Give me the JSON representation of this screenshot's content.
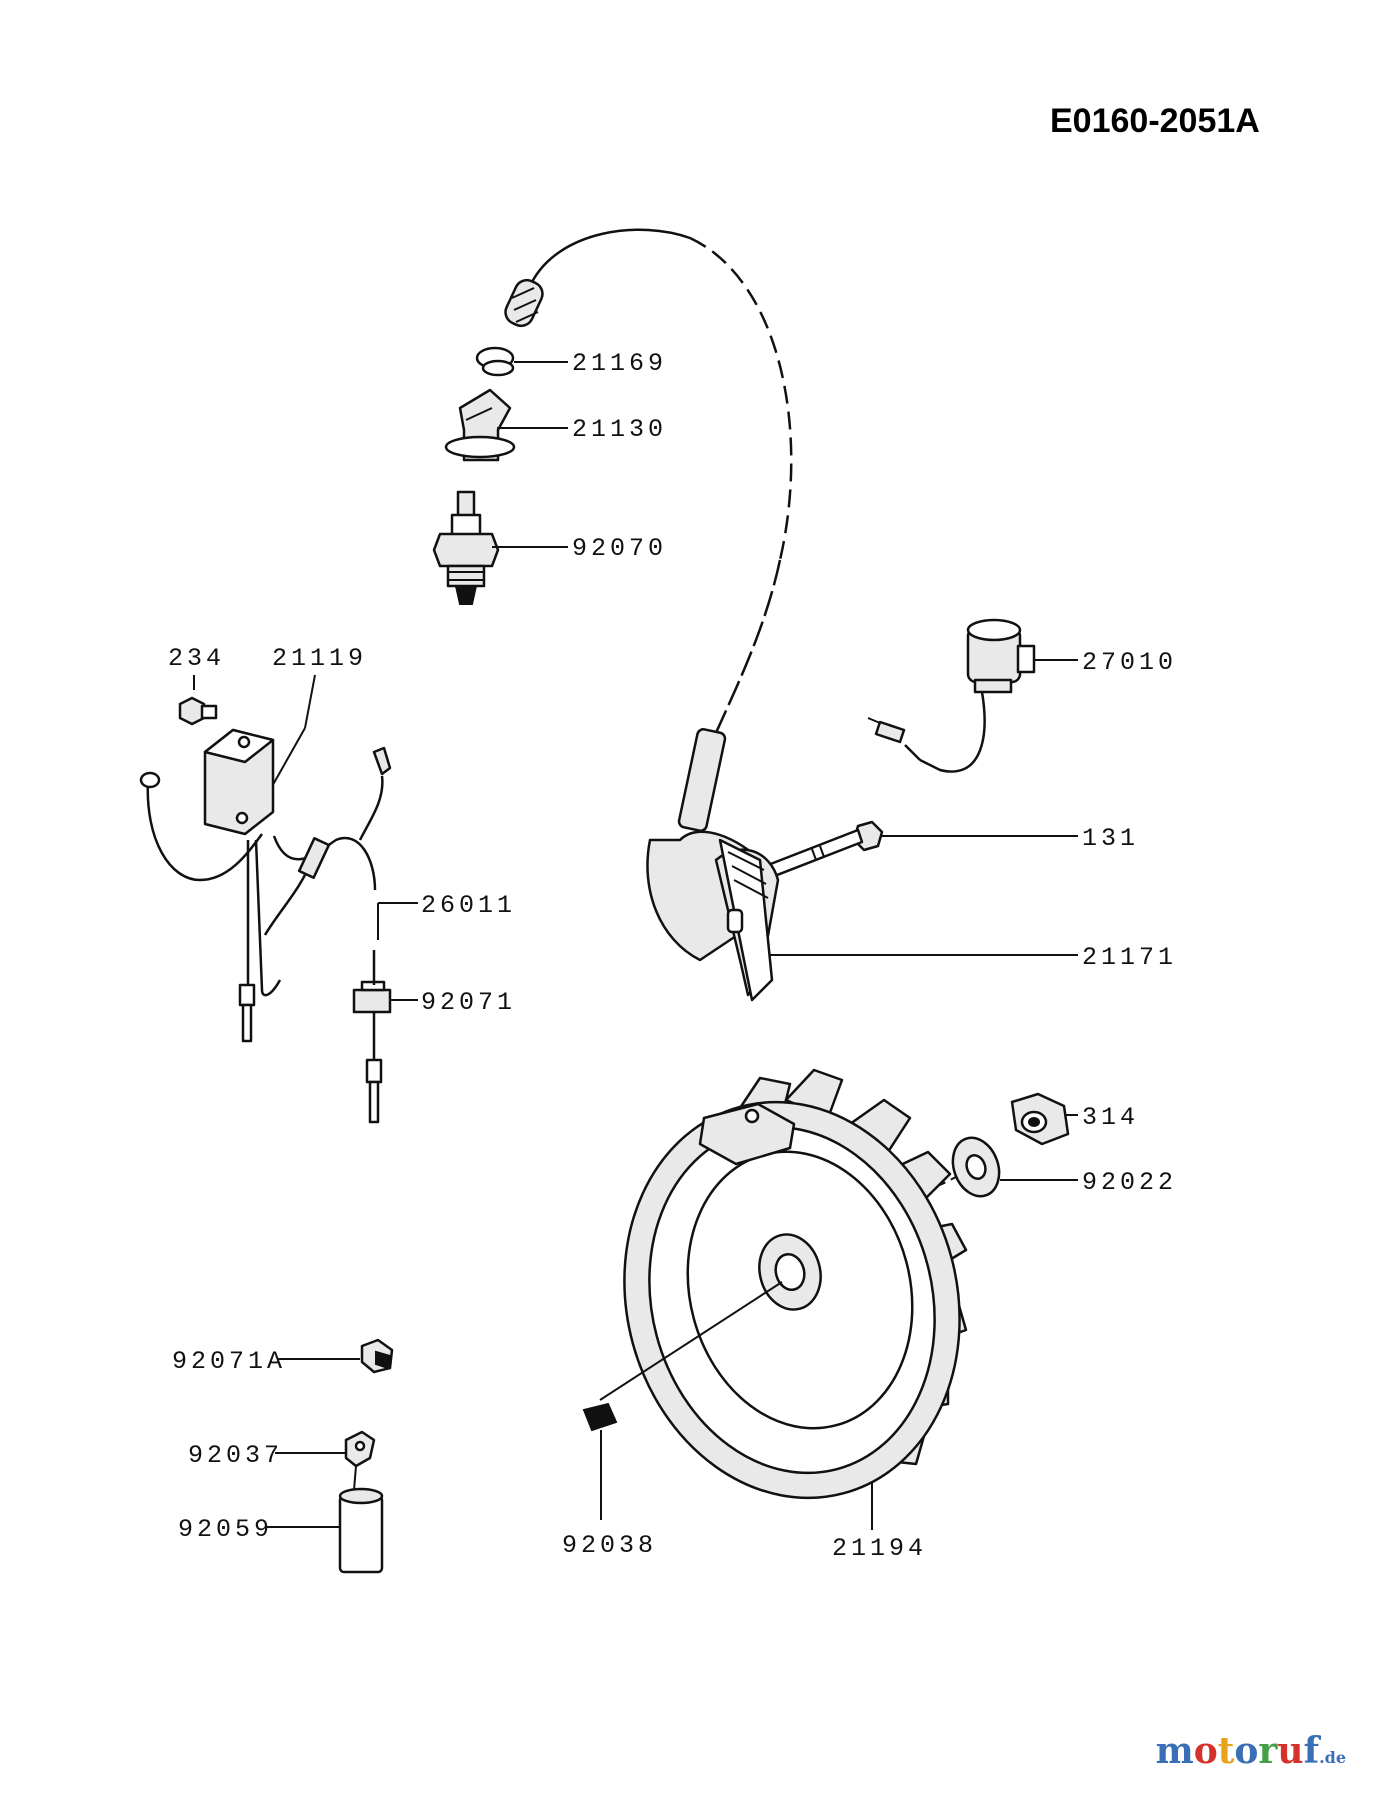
{
  "diagram_code": "E0160-2051A",
  "parts": [
    {
      "id": "21169",
      "label": "21169"
    },
    {
      "id": "21130",
      "label": "21130"
    },
    {
      "id": "92070",
      "label": "92070"
    },
    {
      "id": "234",
      "label": "234"
    },
    {
      "id": "21119",
      "label": "21119"
    },
    {
      "id": "27010",
      "label": "27010"
    },
    {
      "id": "131",
      "label": "131"
    },
    {
      "id": "26011",
      "label": "26011"
    },
    {
      "id": "21171",
      "label": "21171"
    },
    {
      "id": "92071",
      "label": "92071"
    },
    {
      "id": "314",
      "label": "314"
    },
    {
      "id": "92022",
      "label": "92022"
    },
    {
      "id": "92071A",
      "label": "92071A"
    },
    {
      "id": "92037",
      "label": "92037"
    },
    {
      "id": "92059",
      "label": "92059"
    },
    {
      "id": "92038",
      "label": "92038"
    },
    {
      "id": "21194",
      "label": "21194"
    }
  ],
  "watermark": {
    "letters": [
      {
        "char": "m",
        "color": "#3a6fb5"
      },
      {
        "char": "o",
        "color": "#d6312b"
      },
      {
        "char": "t",
        "color": "#e8a21c"
      },
      {
        "char": "o",
        "color": "#3a6fb5"
      },
      {
        "char": "r",
        "color": "#43a047"
      },
      {
        "char": "u",
        "color": "#d6312b"
      },
      {
        "char": "f",
        "color": "#3a6fb5"
      }
    ],
    "suffix": ".de"
  }
}
